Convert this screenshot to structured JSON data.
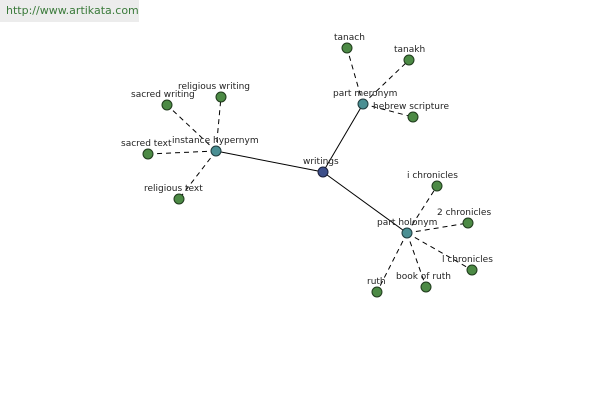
{
  "url": "http://www.artikata.com",
  "colors": {
    "center": "#3d4f8a",
    "relation": "#4a8f93",
    "leaf": "#4c8a45",
    "edge": "#000000",
    "url_text": "#3a7a3a",
    "url_background": "#ececec"
  },
  "graph": {
    "center": "writings",
    "relations": [
      {
        "name": "part meronym",
        "terms": [
          "tanach",
          "tanakh",
          "hebrew scripture"
        ]
      },
      {
        "name": "instance hypernym",
        "terms": [
          "religious writing",
          "sacred writing",
          "sacred text",
          "religious text"
        ]
      },
      {
        "name": "part holonym",
        "terms": [
          "i chronicles",
          "2 chronicles",
          "l chronicles",
          "book of ruth",
          "ruth"
        ]
      }
    ]
  }
}
